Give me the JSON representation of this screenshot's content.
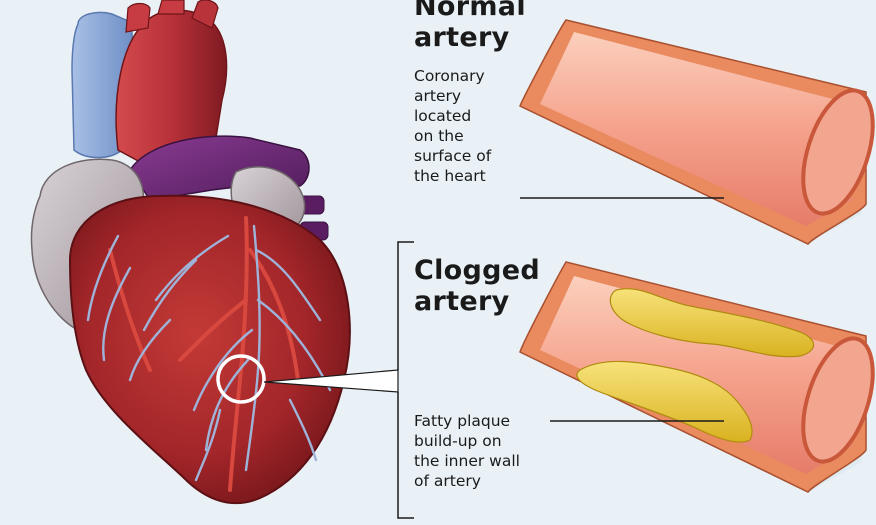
{
  "normal": {
    "title": [
      "Normal",
      "artery"
    ],
    "description": [
      "Coronary",
      "artery",
      "located",
      "on the",
      "surface of",
      "the heart"
    ]
  },
  "clogged": {
    "title": [
      "Clogged",
      "artery"
    ],
    "description": [
      "Fatty plaque",
      "build-up on",
      "the inner wall",
      "of artery"
    ]
  },
  "colors": {
    "background": "#e9f1f6",
    "heart_muscle": "#a3262a",
    "aorta": "#b8313a",
    "vena_cava": "#8aa6d6",
    "pulmonary": "#6f2a78",
    "vessel_inner": "#f3a48e",
    "vessel_wall": "#e98a5f",
    "plaque": "#f0d035"
  }
}
